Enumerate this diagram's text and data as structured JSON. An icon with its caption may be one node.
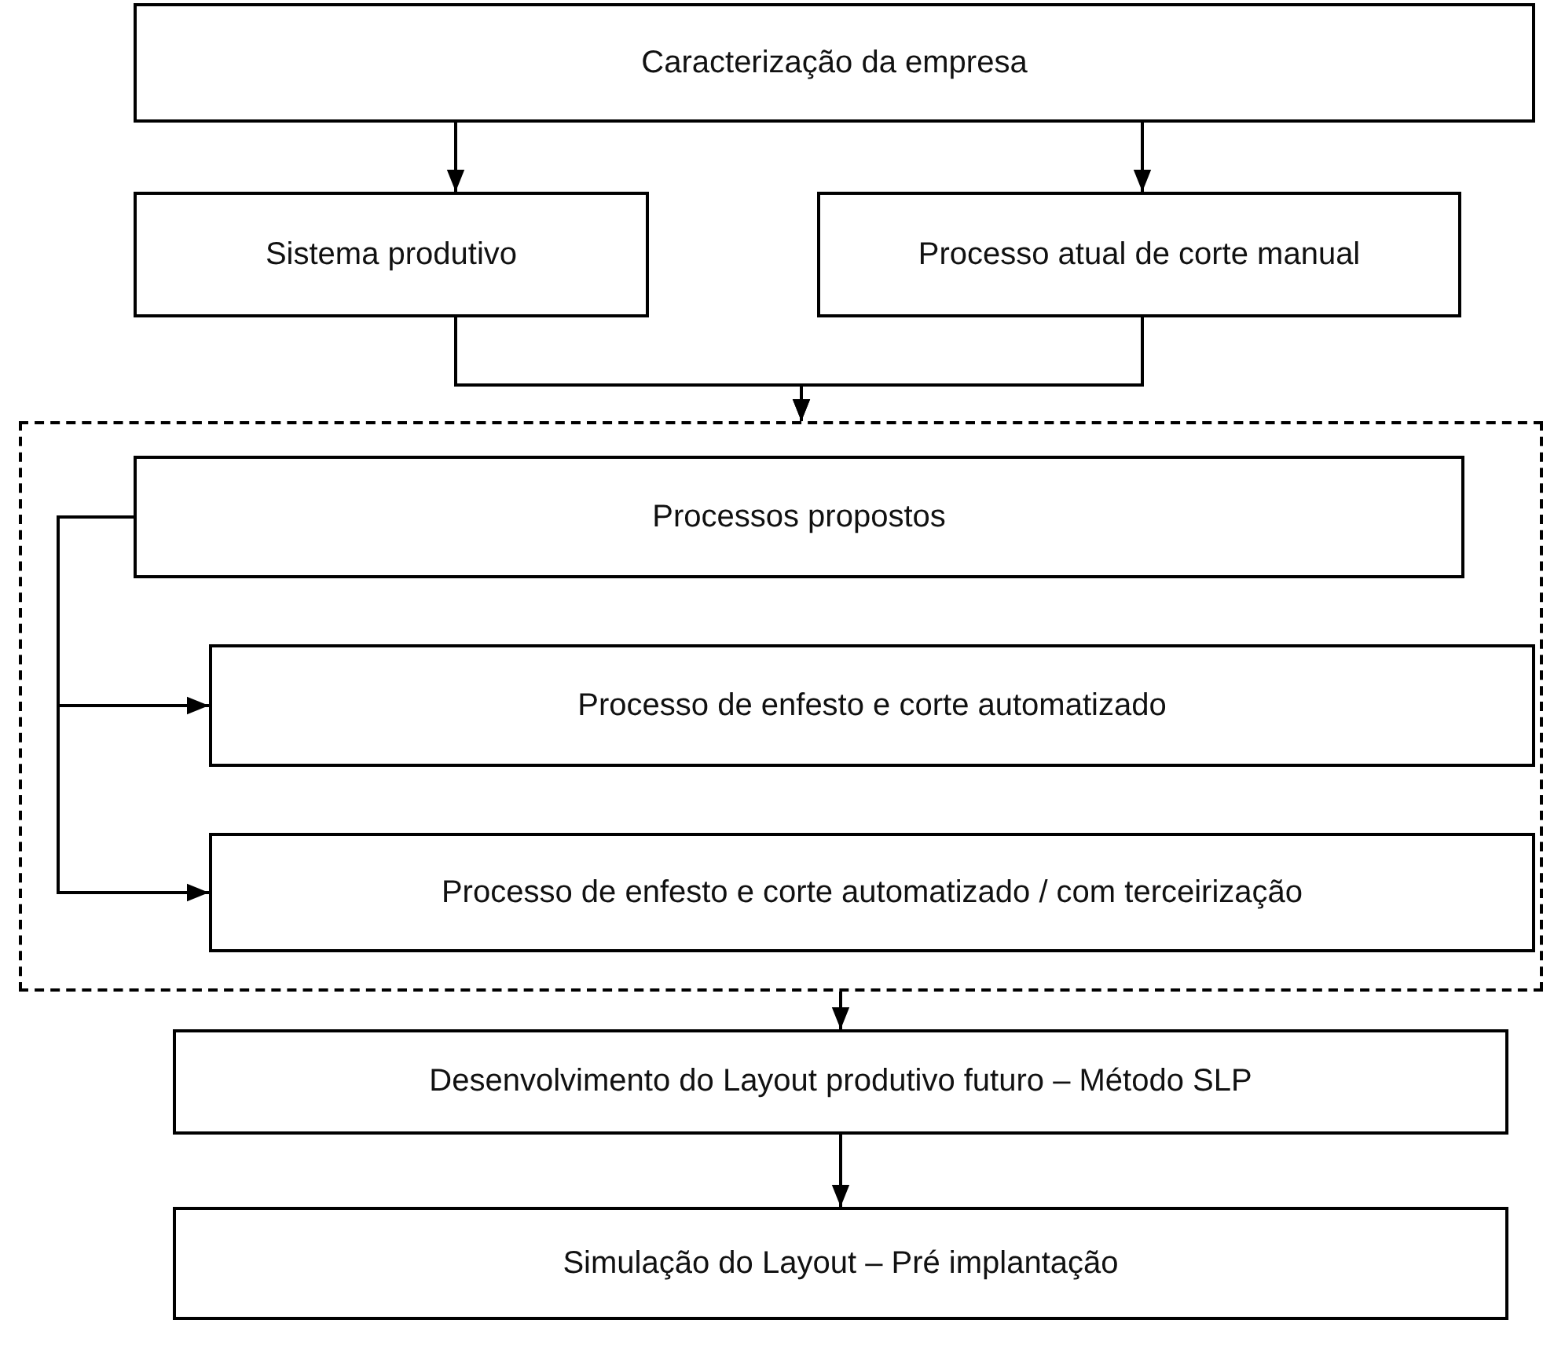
{
  "diagram": {
    "nodes": [
      {
        "text": [
          "Caracterização da empresa"
        ]
      },
      {
        "text": [
          "Sistema produtivo"
        ]
      },
      {
        "text": [
          "Processo atual de corte manual"
        ]
      },
      {
        "text": [],
        "shape": "box"
      },
      {
        "text": [
          "Processos propostos"
        ],
        "in": 3
      },
      {
        "text": [
          "Processo de enfesto e corte automatizado"
        ],
        "in": 3
      },
      {
        "text": [
          "Processo de enfesto e corte automatizado / com terceirização"
        ],
        "in": 3
      },
      {
        "text": [
          "Desenvolvimento do Layout produtivo futuro – Método SLP"
        ]
      },
      {
        "text": [
          "Simulação do Layout – Pré implantação"
        ]
      }
    ],
    "edges": [
      {
        "from": 0,
        "to": 1,
        "arrow": "to"
      },
      {
        "from": 0,
        "to": 2,
        "arrow": "to"
      },
      {
        "from": 1,
        "to": 3,
        "arrow": "to"
      },
      {
        "from": 2,
        "to": 3,
        "arrow": "to"
      },
      {
        "from": 4,
        "to": 5,
        "arrow": "to"
      },
      {
        "from": 4,
        "to": 6,
        "arrow": "to"
      },
      {
        "from": 3,
        "to": 7,
        "arrow": "to"
      },
      {
        "from": 7,
        "to": 8,
        "arrow": "to"
      }
    ]
  }
}
